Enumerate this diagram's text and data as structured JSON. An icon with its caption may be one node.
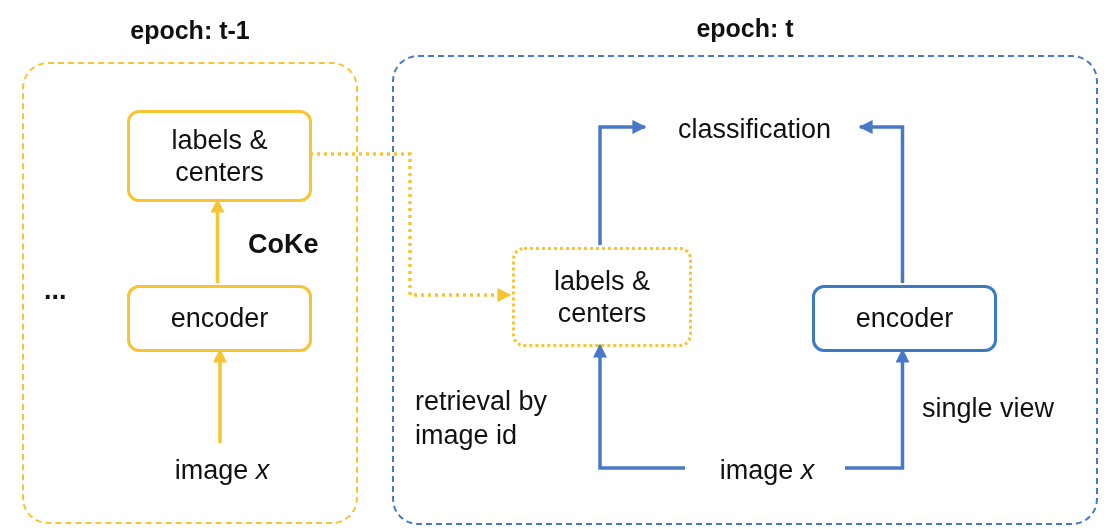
{
  "diagram": {
    "nodes": [
      {
        "text": [
          "epoch: t-1"
        ]
      },
      {
        "text": [
          "labels & centers"
        ],
        "in": 0
      },
      {
        "text": [
          "encoder"
        ],
        "in": 0
      },
      {
        "text": [
          "image *x*"
        ],
        "in": 0
      },
      {
        "text": [
          "epoch: t"
        ]
      },
      {
        "text": [
          "classification"
        ],
        "in": 4
      },
      {
        "text": [
          "labels & centers"
        ],
        "in": 4
      },
      {
        "text": [
          "encoder"
        ],
        "in": 4
      },
      {
        "text": [
          "image *x*"
        ],
        "in": 4
      }
    ],
    "edges": [
      {
        "from": 3,
        "to": 2,
        "arrow": "to",
        "color": "#f7c531"
      },
      {
        "from": 2,
        "to": 1,
        "arrow": "to",
        "color": "#f7c531",
        "label": "CoKe"
      },
      {
        "from": 1,
        "to": 6,
        "arrow": "to",
        "color": "#f7c531",
        "style": "dashed"
      },
      {
        "from": 8,
        "to": 6,
        "arrow": "to",
        "label": "retrieval by image id"
      },
      {
        "from": 8,
        "to": 7,
        "arrow": "to",
        "label": "single view"
      },
      {
        "from": 6,
        "to": 5,
        "arrow": "to"
      },
      {
        "from": 7,
        "to": 5,
        "arrow": "to"
      }
    ],
    "labels": [
      "..."
    ]
  }
}
